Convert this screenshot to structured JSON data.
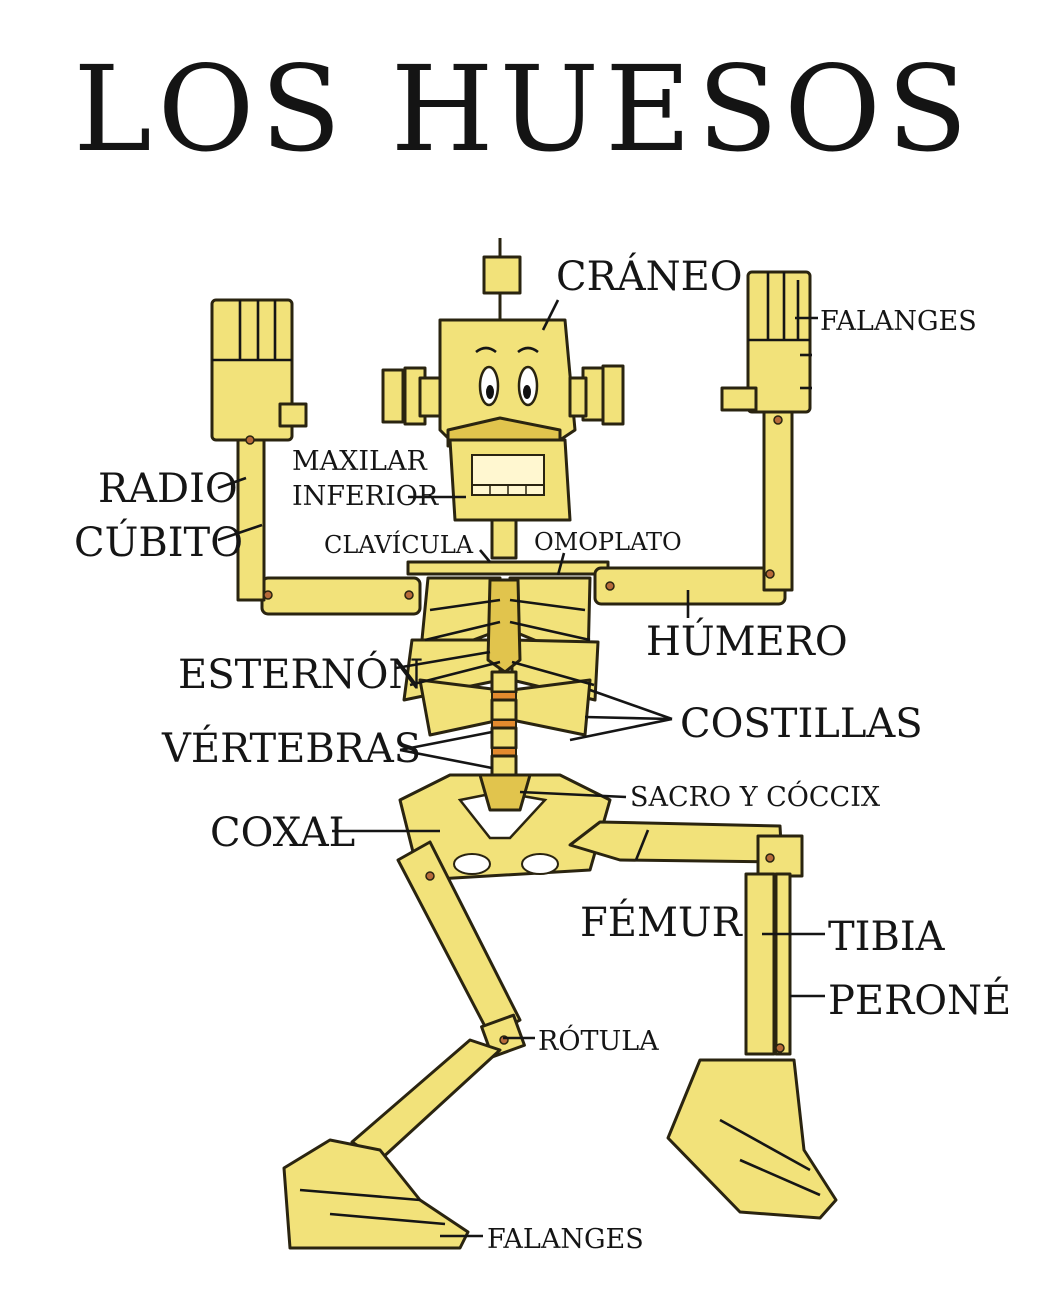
{
  "title": "LOS HUESOS",
  "labels": {
    "craneo": "CRÁNEO",
    "falanges_mano": "FALANGES",
    "maxilar_1": "MAXILAR",
    "maxilar_2": "INFERIOR",
    "radio": "RADIO",
    "cubito": "CÚBITO",
    "clavicula": "CLAVÍCULA",
    "omoplato": "OMOPLATO",
    "humero": "HÚMERO",
    "esternon": "ESTERNÓN",
    "costillas": "COSTILLAS",
    "vertebras": "VÉRTEBRAS",
    "sacro": "SACRO Y CÓCCIX",
    "coxal": "COXAL",
    "femur": "FÉMUR",
    "tibia": "TIBIA",
    "perone": "PERONÉ",
    "rotula": "RÓTULA",
    "falanges_pie": "FALANGES"
  },
  "colors": {
    "bone": "#f2e27a",
    "bone_shadow": "#e1c44d",
    "outline": "#2a2410",
    "vertebra_disc": "#e38a2e",
    "text": "#151515"
  }
}
